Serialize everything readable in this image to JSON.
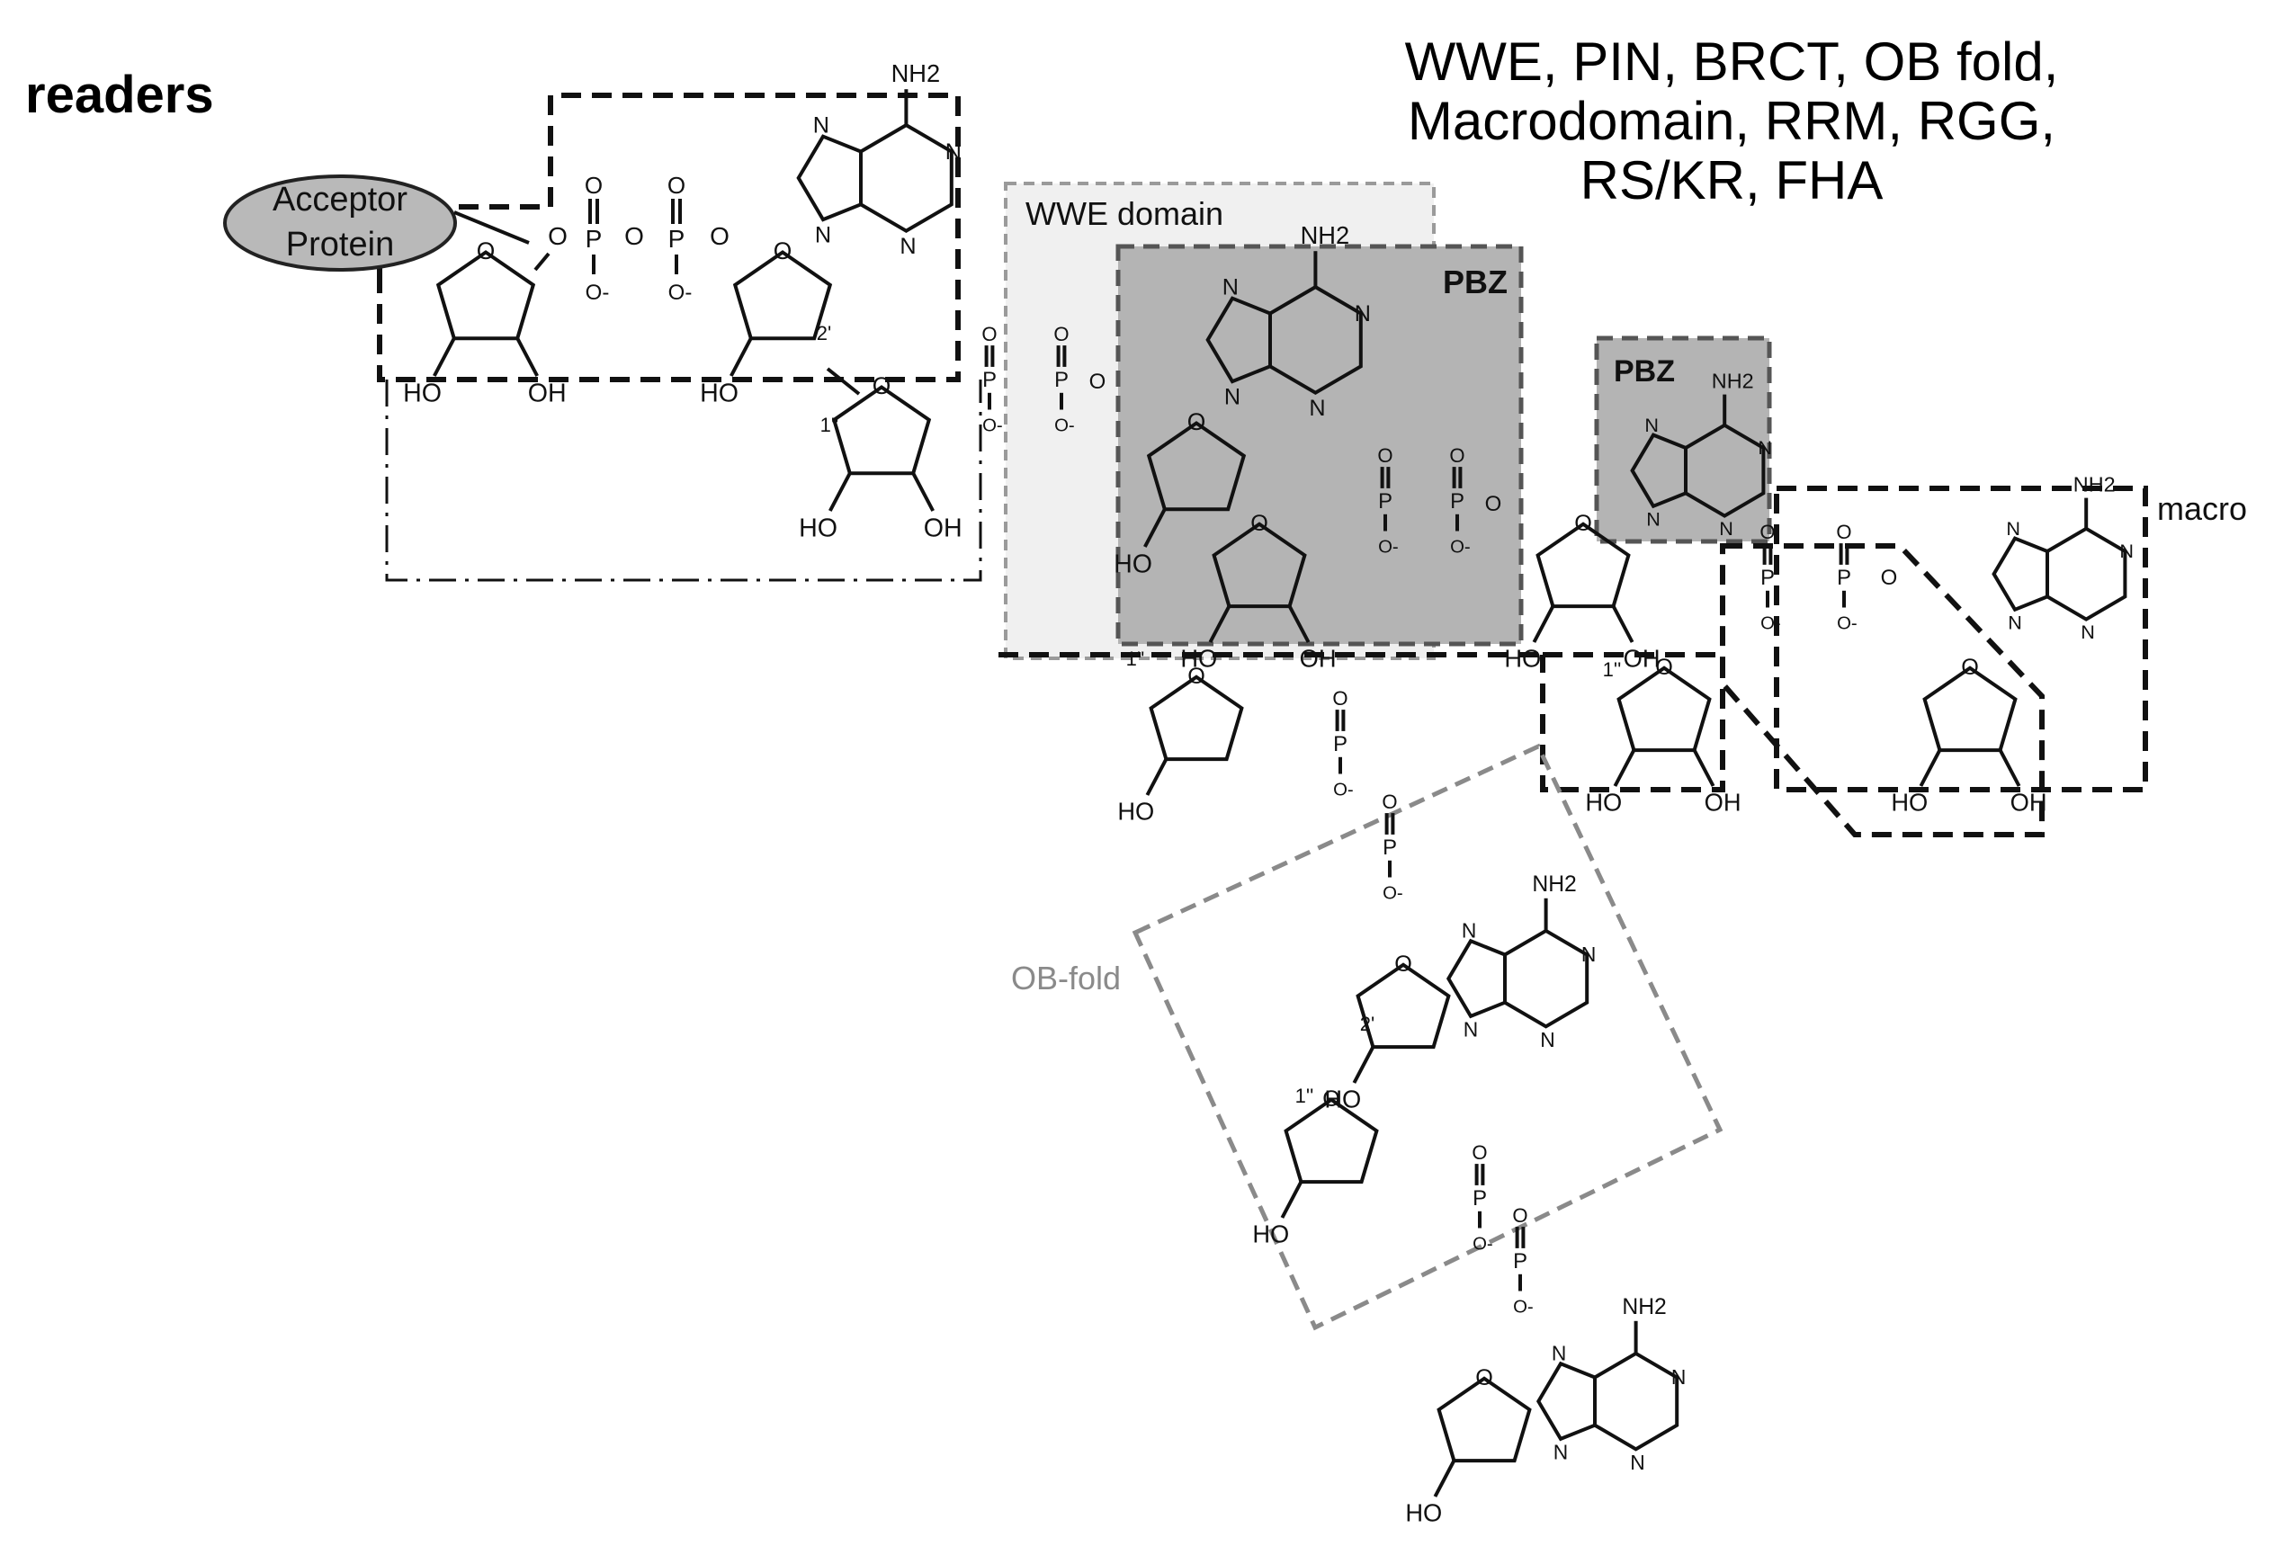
{
  "header": {
    "title": "readers",
    "domain_lines": [
      "WWE, PIN, BRCT, OB fold,",
      "Macrodomain, RRM, RGG,",
      "RS/KR, FHA"
    ]
  },
  "labels": {
    "acceptor_line1": "Acceptor",
    "acceptor_line2": "Protein",
    "wwe_domain": "WWE domain",
    "pbz": "PBZ",
    "pbz2": "PBZ",
    "macro": "macro",
    "ob_fold": "OB-fold"
  },
  "atoms": {
    "nh2": "NH2",
    "ho": "HO",
    "oh": "OH",
    "n": "N",
    "o": "O",
    "p": "P",
    "o_minus": "O-",
    "prime2": "2'",
    "prime1": "1''"
  },
  "colors": {
    "ink": "#111111",
    "acceptor_fill": "#b9b9b9",
    "wwe_fill": "#efefef",
    "pbz_fill": "#b4b4b4",
    "ob_stroke": "#8a8a8a",
    "wwe_stroke": "#9a9a9a"
  }
}
